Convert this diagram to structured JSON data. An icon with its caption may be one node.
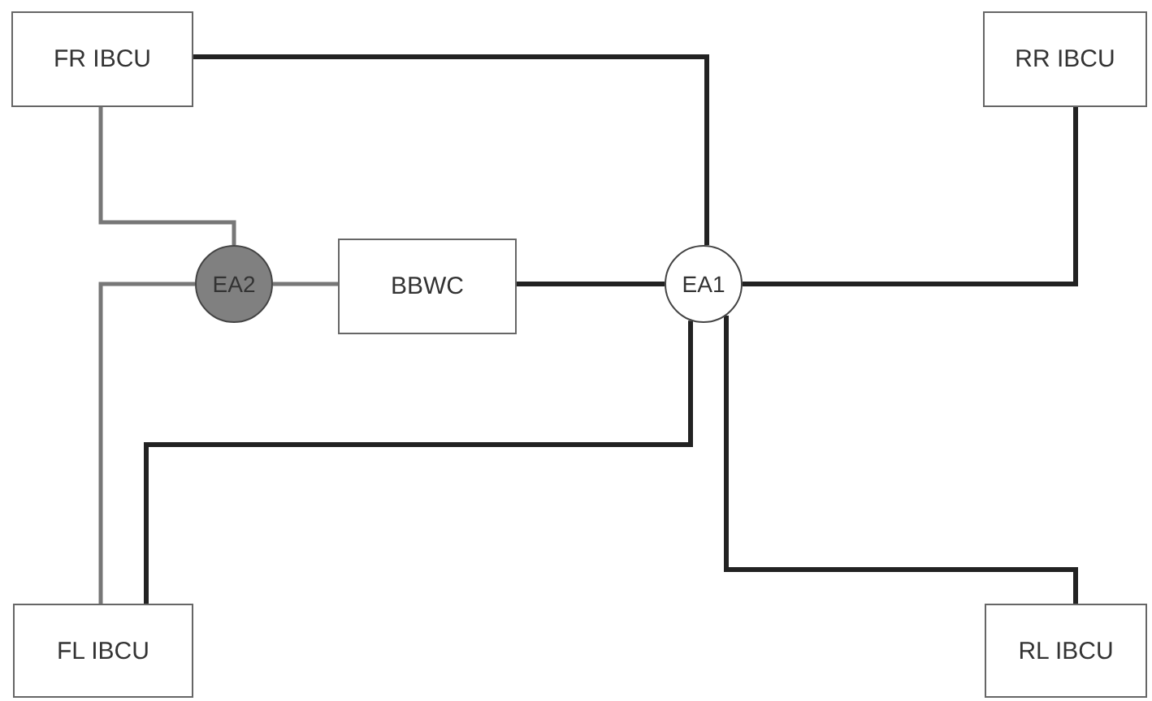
{
  "diagram": {
    "nodes": [
      {
        "text": [
          "FR IBCU"
        ]
      },
      {
        "text": [
          "RR IBCU"
        ]
      },
      {
        "text": [
          "EA2"
        ]
      },
      {
        "text": [
          "BBWC"
        ]
      },
      {
        "text": [
          "EA1"
        ]
      },
      {
        "text": [
          "FL IBCU"
        ]
      },
      {
        "text": [
          "RL IBCU"
        ]
      }
    ],
    "edges": [
      {
        "from": 0,
        "to": 4,
        "arrow": "none"
      },
      {
        "from": 0,
        "to": 2,
        "arrow": "none",
        "color": "#777777"
      },
      {
        "from": 2,
        "to": 5,
        "arrow": "none",
        "color": "#777777"
      },
      {
        "from": 2,
        "to": 3,
        "arrow": "none",
        "color": "#777777"
      },
      {
        "from": 3,
        "to": 4,
        "arrow": "none"
      },
      {
        "from": 4,
        "to": 1,
        "arrow": "none"
      },
      {
        "from": 4,
        "to": 5,
        "arrow": "none"
      },
      {
        "from": 4,
        "to": 6,
        "arrow": "none"
      }
    ]
  }
}
